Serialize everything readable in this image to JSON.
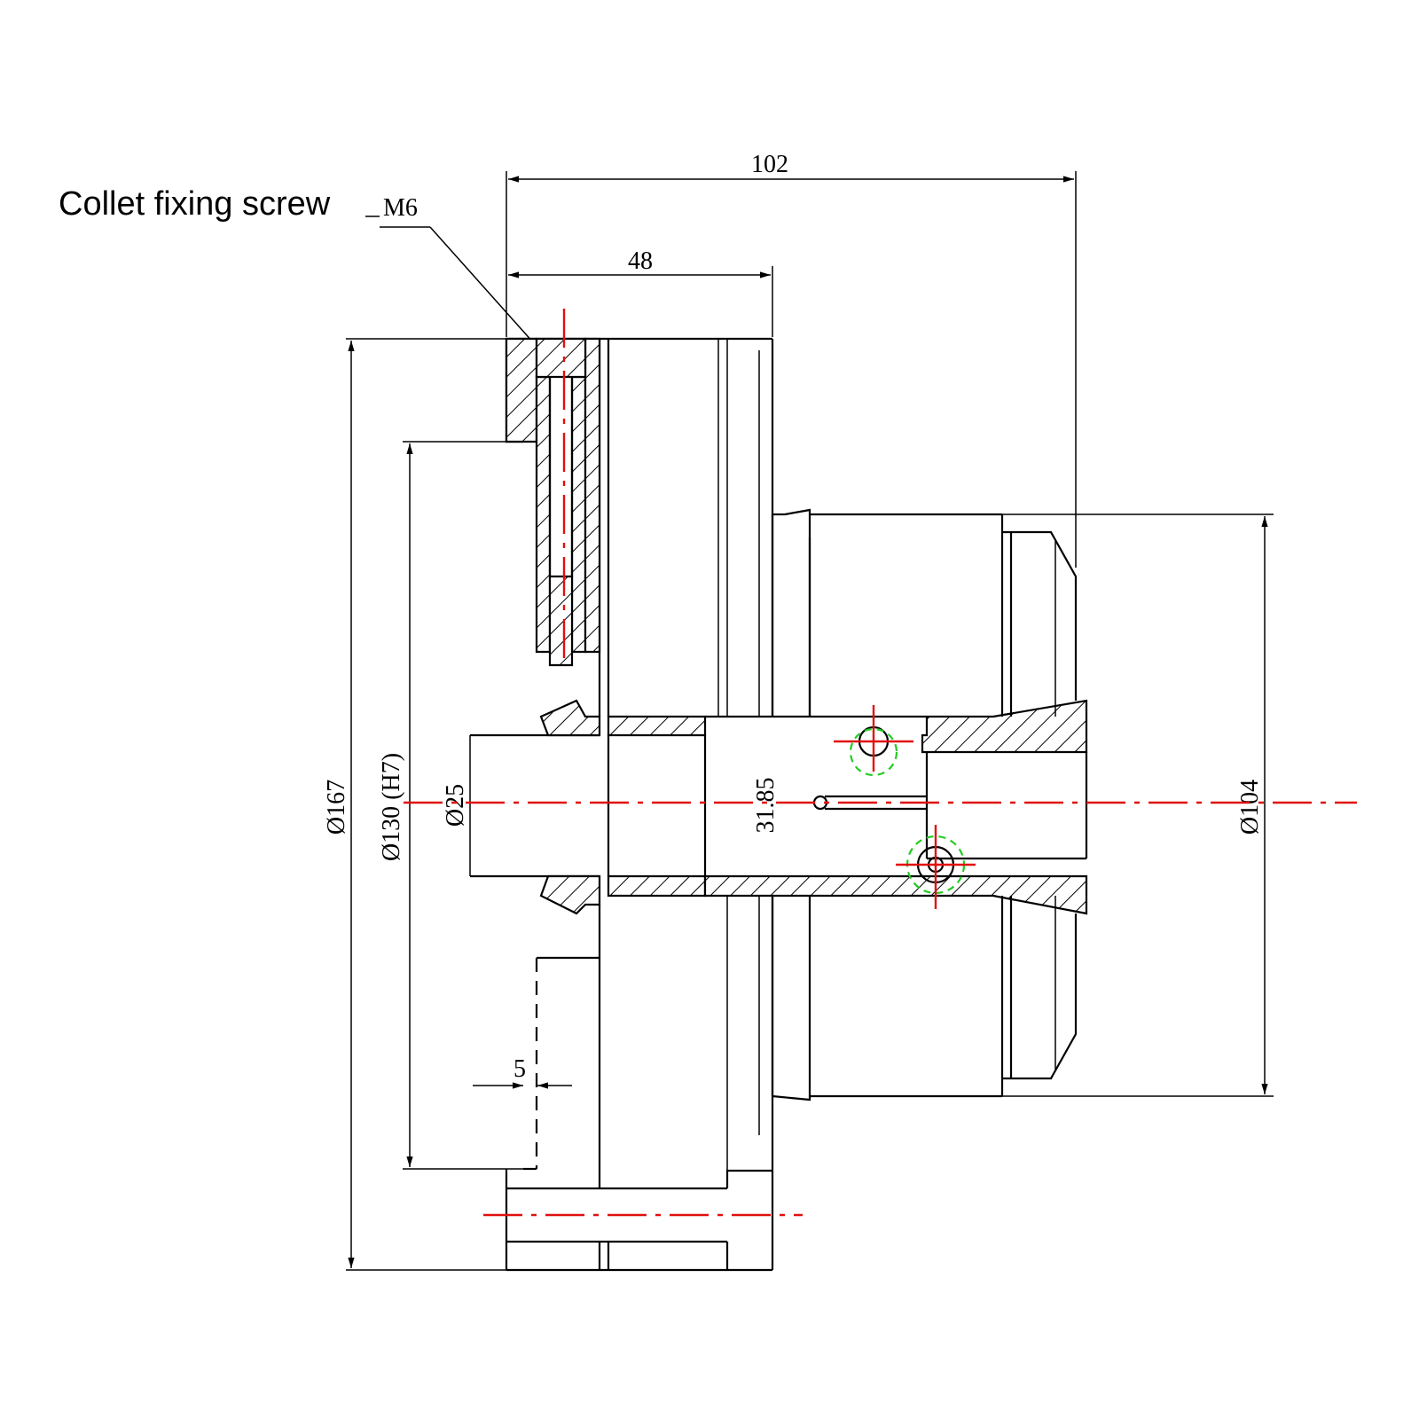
{
  "callout": {
    "label": "Collet fixing screw",
    "thread": "M6"
  },
  "dimensions": {
    "overall_length": "102",
    "body_length": "48",
    "outer_diameter": "Ø167",
    "pilot_diameter": "Ø130 (H7)",
    "bore_diameter": "Ø25",
    "inner_dimension": "31.85",
    "collet_diameter": "Ø104",
    "step": "5"
  }
}
